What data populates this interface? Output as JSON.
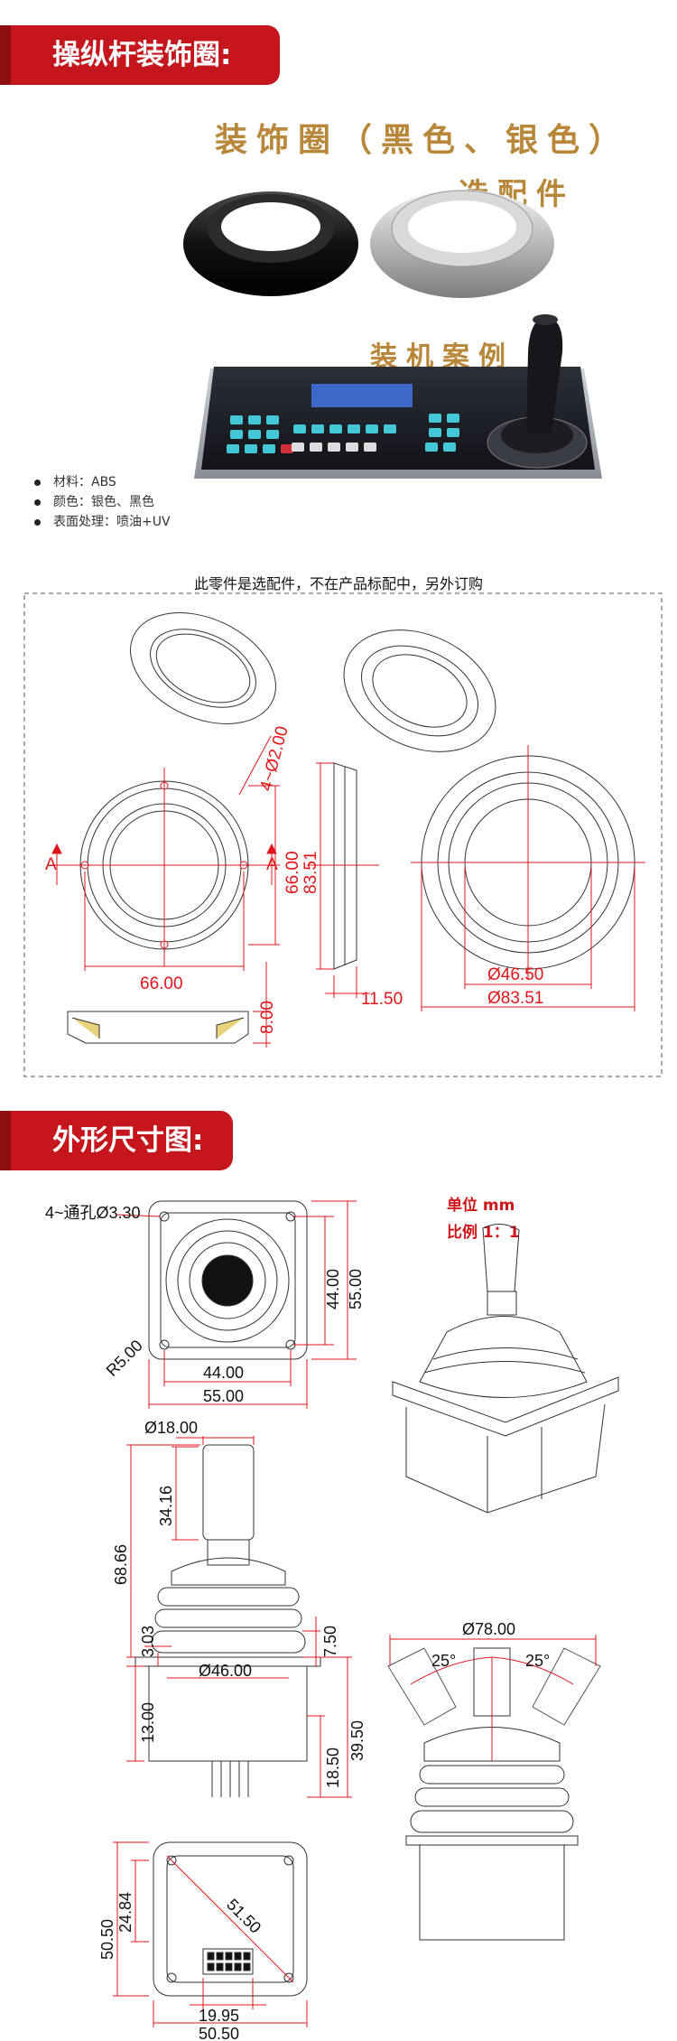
{
  "sections": {
    "decor_title": "操纵杆装饰圈:",
    "outline_title": "外形尺寸图:"
  },
  "product": {
    "headline": "装饰圈（黑色、银色）",
    "optional": "选配件",
    "install_case": "装机案例",
    "screen_color": "#3c69c9",
    "key_color": "#43c8d8",
    "key_red": "#d0303a"
  },
  "specs": [
    "材料：ABS",
    "颜色：银色、黑色",
    "表面处理：喷油+UV"
  ],
  "drawing1": {
    "note": "此零件是选配件，不在产品标配中，另外订购",
    "section_mark": "A",
    "dims": {
      "holes": "4~Ø2.00",
      "inner_v": "66.00",
      "inner_h": "66.00",
      "height": "8.00",
      "side_h": "83.51",
      "side_w": "11.50",
      "d_inner": "Ø46.50",
      "d_outer": "Ø83.51"
    }
  },
  "drawing2": {
    "unit_label": "单位  mm",
    "scale_label": "比例  1：1",
    "dims": {
      "holes": "4~通孔Ø3.30",
      "radius": "R5.00",
      "w44": "44.00",
      "w55": "55.00",
      "h44": "44.00",
      "h55": "55.00",
      "d18": "Ø18.00",
      "h34": "34.16",
      "h68": "68.66",
      "h3": "3.03",
      "h7": "7.50",
      "d46": "Ø46.00",
      "h13": "13.00",
      "h18": "18.50",
      "h39": "39.50",
      "d78": "Ø78.00",
      "ang1": "25°",
      "ang2": "25°",
      "b50v": "50.50",
      "b24": "24.84",
      "b51": "51.50",
      "b19": "19.95",
      "b50h": "50.50"
    }
  },
  "colors": {
    "brand_red": "#c4161c",
    "dim_red": "#e0161b",
    "gold": "#b8873a"
  }
}
